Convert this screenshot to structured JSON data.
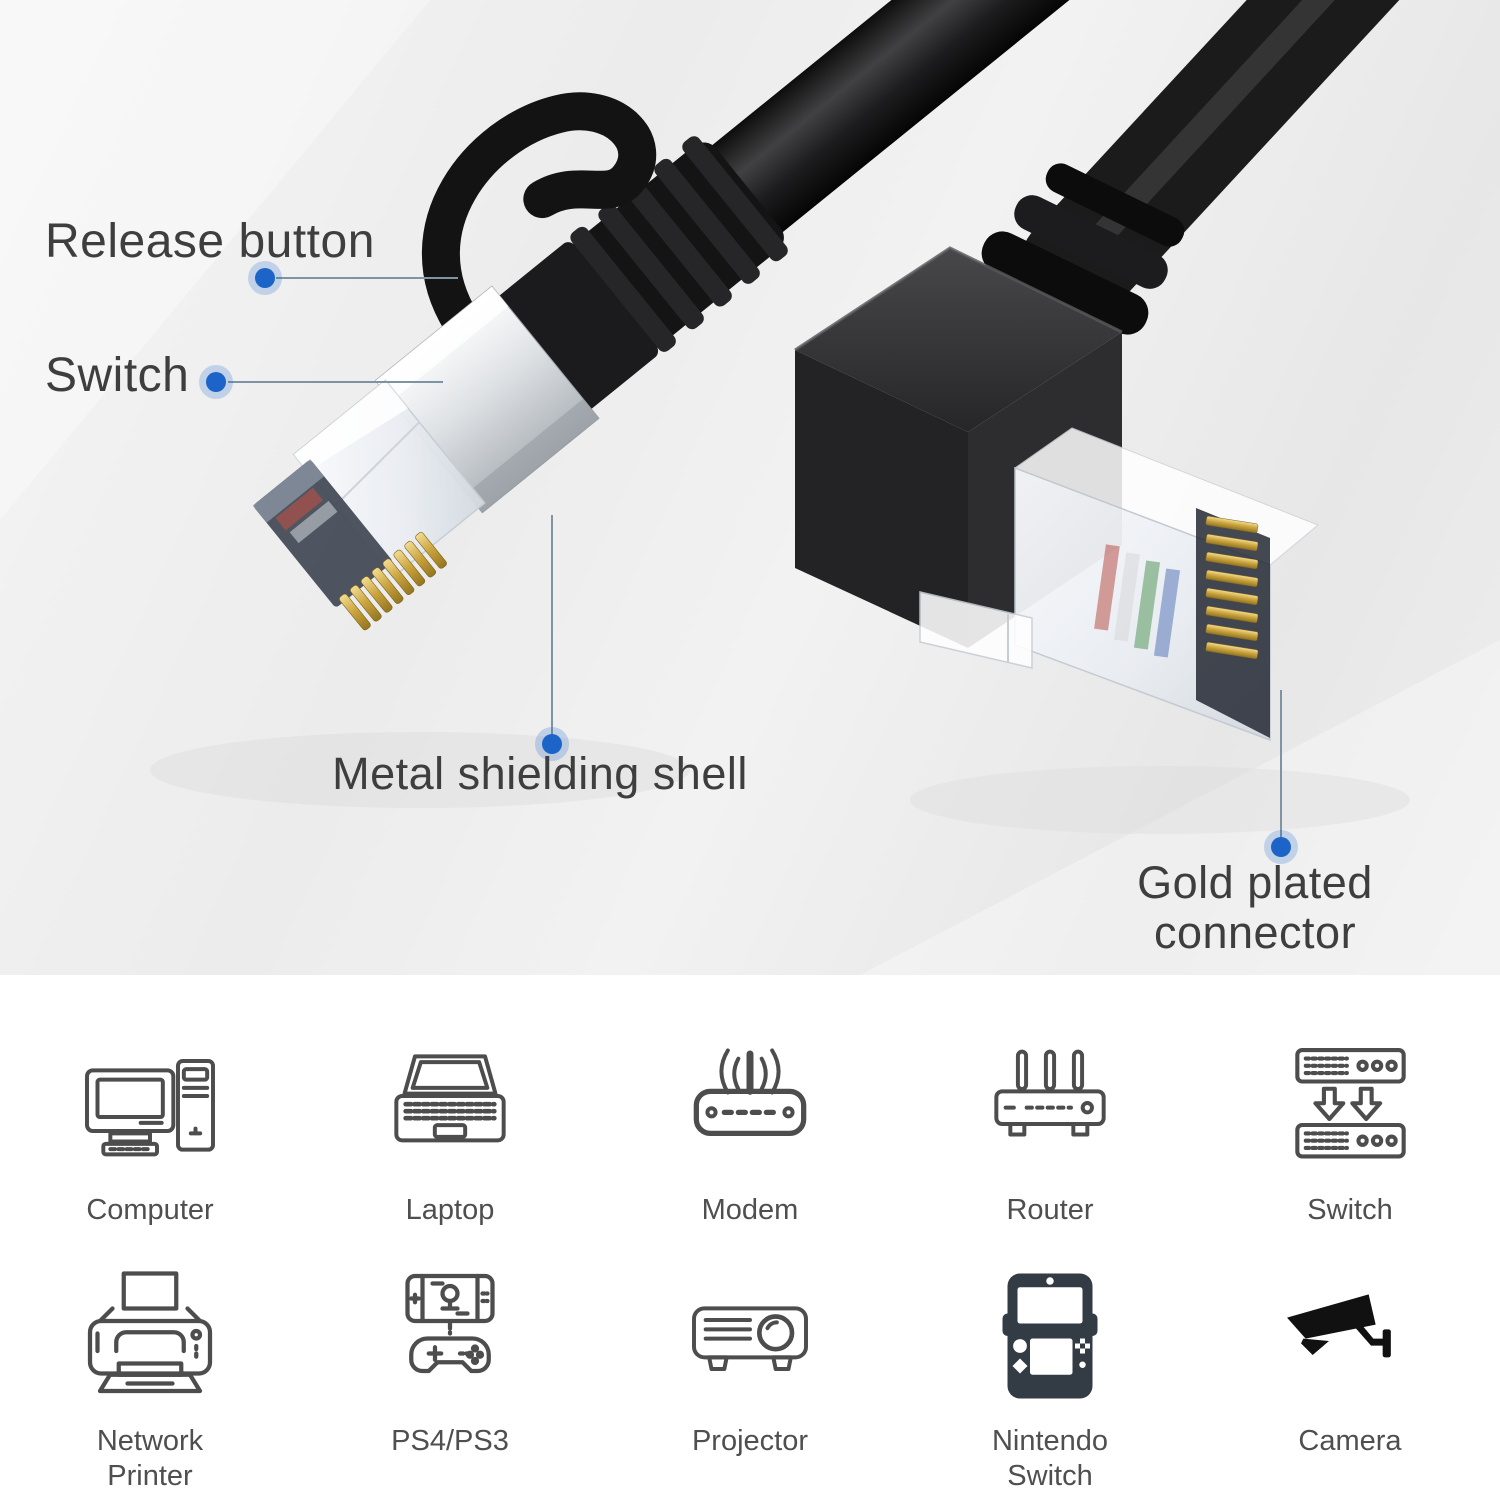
{
  "photo": {
    "callouts": {
      "release_button": "Release button",
      "switch": "Switch",
      "metal_shielding_shell": "Metal shielding shell",
      "gold_plated_connector": "Gold plated connector"
    }
  },
  "colors": {
    "background_top": "#ededed",
    "background_bottom": "#ffffff",
    "callout_text": "#3e3e3e",
    "callout_line": "#7f93a2",
    "callout_dot": "#1d64c8",
    "cable_black": "#1a1a1a",
    "metal_shell": "#dfe2e5",
    "gold_pins": "#c9a23c",
    "device_label_text": "#4f4f4f"
  },
  "devices": {
    "items": [
      {
        "label": "Computer",
        "icon": "computer-icon"
      },
      {
        "label": "Laptop",
        "icon": "laptop-icon"
      },
      {
        "label": "Modem",
        "icon": "modem-icon"
      },
      {
        "label": "Router",
        "icon": "router-icon"
      },
      {
        "label": "Switch",
        "icon": "network-switch-icon"
      },
      {
        "label": "Network Printer",
        "icon": "network-printer-icon"
      },
      {
        "label": "PS4/PS3",
        "icon": "ps4-ps3-icon"
      },
      {
        "label": "Projector",
        "icon": "projector-icon"
      },
      {
        "label": "Nintendo Switch",
        "icon": "nintendo-switch-icon"
      },
      {
        "label": "Camera",
        "icon": "security-camera-icon"
      }
    ]
  }
}
